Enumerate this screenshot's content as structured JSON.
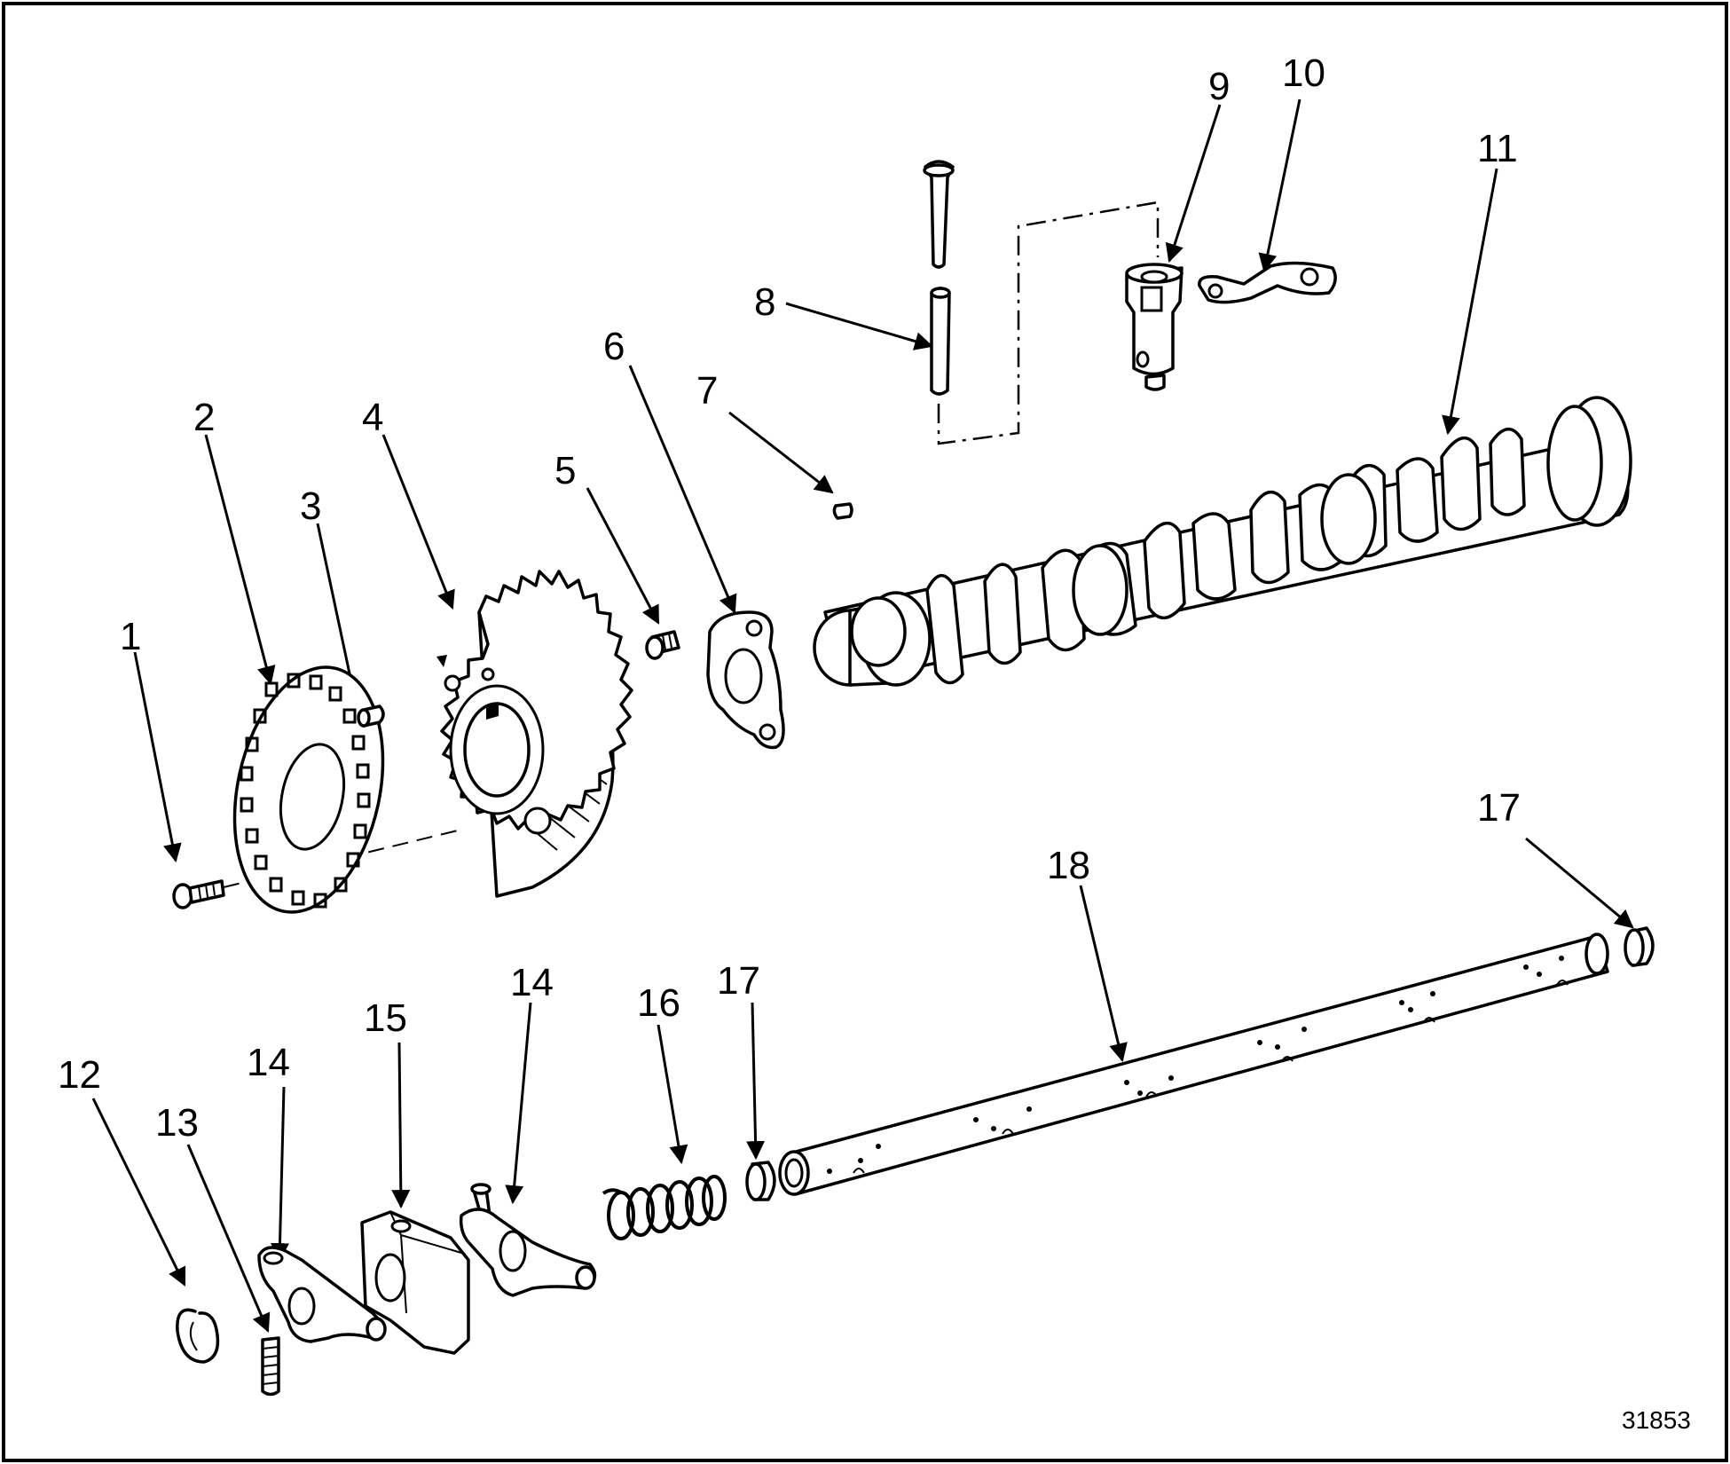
{
  "figure_number": "31853",
  "callouts": [
    {
      "id": "c1",
      "text": "1"
    },
    {
      "id": "c2",
      "text": "2"
    },
    {
      "id": "c3",
      "text": "3"
    },
    {
      "id": "c4",
      "text": "4"
    },
    {
      "id": "c5",
      "text": "5"
    },
    {
      "id": "c6",
      "text": "6"
    },
    {
      "id": "c7",
      "text": "7"
    },
    {
      "id": "c8",
      "text": "8"
    },
    {
      "id": "c9",
      "text": "9"
    },
    {
      "id": "c10",
      "text": "10"
    },
    {
      "id": "c11",
      "text": "11"
    },
    {
      "id": "c12",
      "text": "12"
    },
    {
      "id": "c13",
      "text": "13"
    },
    {
      "id": "c14a",
      "text": "14"
    },
    {
      "id": "c14b",
      "text": "14"
    },
    {
      "id": "c15",
      "text": "15"
    },
    {
      "id": "c16",
      "text": "16"
    },
    {
      "id": "c17a",
      "text": "17"
    },
    {
      "id": "c17b",
      "text": "17"
    },
    {
      "id": "c18",
      "text": "18"
    }
  ]
}
